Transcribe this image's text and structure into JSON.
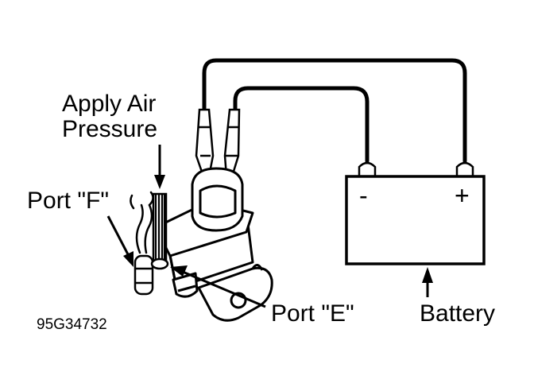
{
  "labels": {
    "apply_line1": "Apply Air",
    "apply_line2": "Pressure",
    "port_f": "Port \"F\"",
    "port_e": "Port \"E\"",
    "battery": "Battery",
    "figure_code": "95G34732"
  },
  "battery": {
    "negative_sign": "-",
    "positive_sign": "+"
  },
  "colors": {
    "ink": "#000000",
    "background": "#ffffff"
  }
}
